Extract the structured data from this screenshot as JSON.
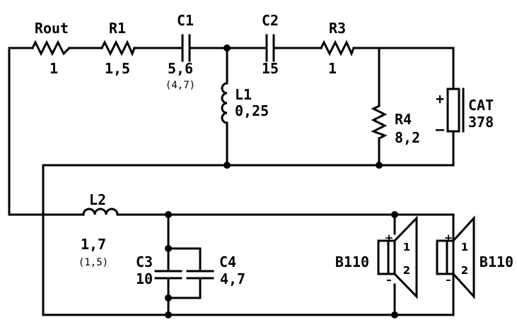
{
  "components": {
    "rout": {
      "name": "Rout",
      "value": "1"
    },
    "r1": {
      "name": "R1",
      "value": "1,5"
    },
    "c1": {
      "name": "C1",
      "value": "5,6",
      "alt_value": "(4,7)"
    },
    "c2": {
      "name": "C2",
      "value": "15"
    },
    "r3": {
      "name": "R3",
      "value": "1"
    },
    "l1": {
      "name": "L1",
      "value": "0,25"
    },
    "r4": {
      "name": "R4",
      "value": "8,2"
    },
    "cat": {
      "name": "CAT",
      "value": "378",
      "plus": "+",
      "minus": "–"
    },
    "l2": {
      "name": "L2",
      "value": "1,7",
      "alt_value": "(1,5)"
    },
    "c3": {
      "name": "C3",
      "value": "10"
    },
    "c4": {
      "name": "C4",
      "value": "4,7"
    },
    "woofer_left": {
      "name": "B110",
      "plus": "+",
      "minus": "–",
      "pin1": "1",
      "pin2": "2"
    },
    "woofer_right": {
      "name": "B110",
      "plus": "+",
      "minus": "–",
      "pin1": "1",
      "pin2": "2"
    }
  }
}
